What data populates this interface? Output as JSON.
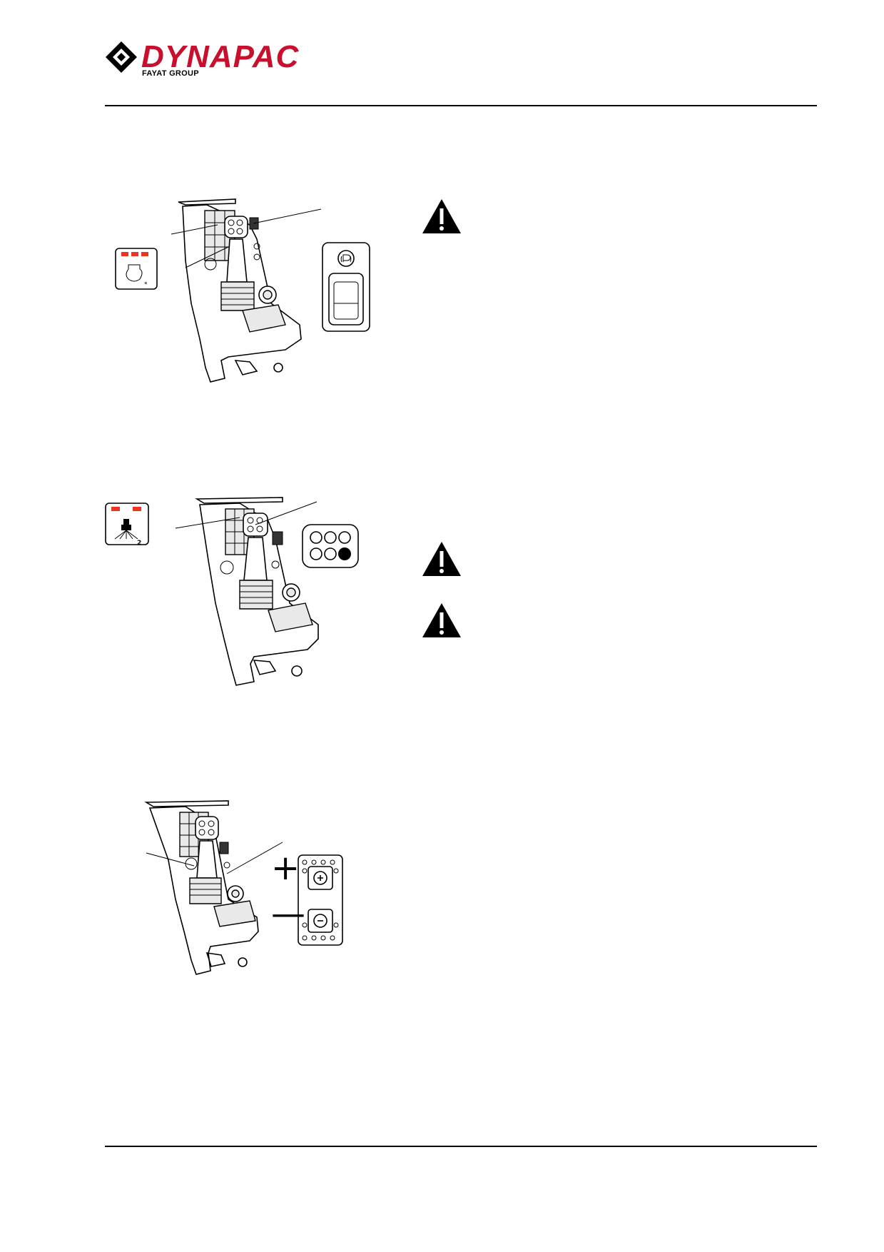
{
  "header": {
    "brand": "DYNAPAC",
    "subbrand": "FAYAT GROUP",
    "accent_color": "#c8102e"
  },
  "figures": [
    {
      "name": "control-console-figure-1",
      "icons": [
        "engine-warning-symbol",
        "parking-brake-switch"
      ],
      "warning_icons": 1
    },
    {
      "name": "control-console-figure-2",
      "icons": [
        "vibration-mode-symbol",
        "joystick-button-pad"
      ],
      "warning_icons": 2
    },
    {
      "name": "control-console-figure-3",
      "icons": [
        "speed-increase-decrease-switch"
      ],
      "signs": [
        "+",
        "—"
      ]
    }
  ]
}
